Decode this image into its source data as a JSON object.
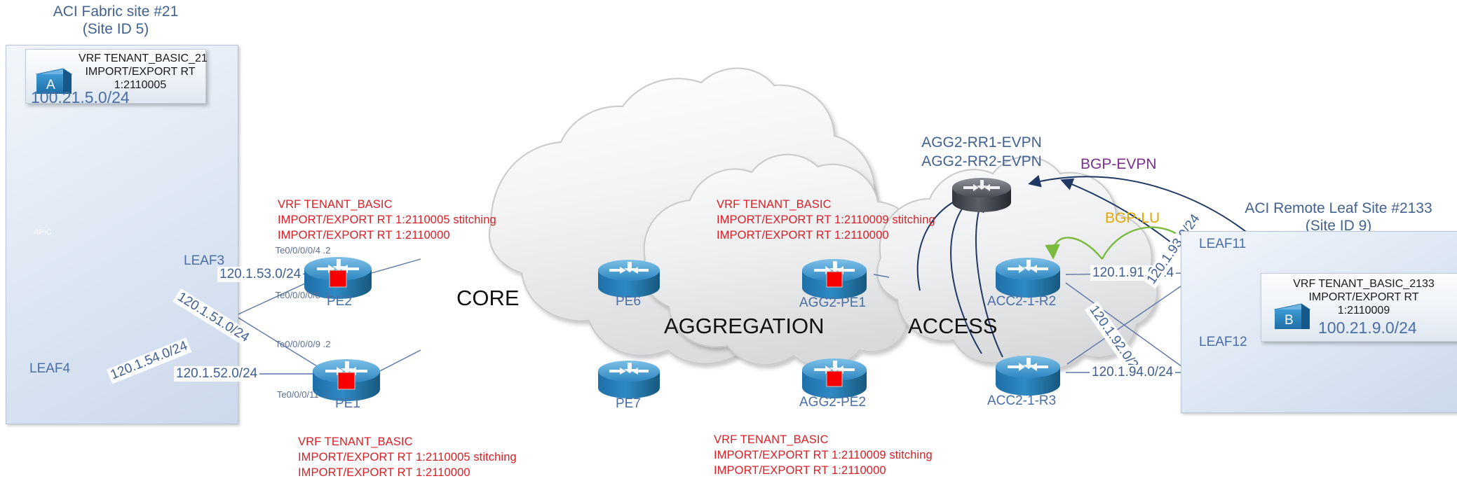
{
  "left_site": {
    "title": "ACI Fabric site #21\n(Site ID 5)",
    "vrf_box": {
      "lines": "VRF TENANT_BASIC_21\nIMPORT/EXPORT RT\n1:2110005",
      "endpoint_letter": "A",
      "subnet": "100.21.5.0/24"
    },
    "leaf3_label": "LEAF3",
    "leaf4_label": "LEAF4",
    "apic_label": "APIC"
  },
  "right_site": {
    "title": "ACI Remote Leaf Site #2133\n(Site ID 9)",
    "vrf_box": {
      "lines": "VRF TENANT_BASIC_2133\nIMPORT/EXPORT RT\n1:2110009",
      "endpoint_letter": "B",
      "subnet": "100.21.9.0/24"
    },
    "leaf11_label": "LEAF11",
    "leaf12_label": "LEAF12"
  },
  "clouds": {
    "core": "CORE",
    "aggregation": "AGGREGATION",
    "access": "ACCESS"
  },
  "routers": {
    "pe2": "PE2",
    "pe1": "PE1",
    "pe6": "PE6",
    "pe7": "PE7",
    "agg2_pe1": "AGG2-PE1",
    "agg2_pe2": "AGG2-PE2",
    "acc2_1_r2": "ACC2-1-R2",
    "acc2_1_r3": "ACC2-1-R3"
  },
  "route_reflector": {
    "labels": "AGG2-RR1-EVPN\nAGG2-RR2-EVPN"
  },
  "protocols": {
    "bgp_evpn": "BGP-EVPN",
    "bgp_evpn_color": "#7b2f8e",
    "bgp_lu": "BGP-LU",
    "bgp_lu_color": "#e0a800"
  },
  "red_notes": {
    "pe2_top": "VRF TENANT_BASIC\nIMPORT/EXPORT RT 1:2110005 stitching\nIMPORT/EXPORT RT 1:2110000",
    "agg_top": "VRF TENANT_BASIC\nIMPORT/EXPORT RT 1:2110009 stitching\nIMPORT/EXPORT RT 1:2110000",
    "pe1_bottom": "VRF TENANT_BASIC\nIMPORT/EXPORT RT 1:2110005 stitching\nIMPORT/EXPORT RT 1:2110000",
    "agg_bottom": "VRF TENANT_BASIC\nIMPORT/EXPORT RT 1:2110009 stitching\nIMPORT/EXPORT RT 1:2110000",
    "color": "#d91f26"
  },
  "interfaces": {
    "te4": "Te0/0/0/0/4\n.2",
    "te8": "Te0/0/0/0/8\n.2",
    "te9": "Te0/0/0/0/9\n.2",
    "te11": "Te0/0/0/11\n.2"
  },
  "links": {
    "leaf3_pe2": "120.1.53.0/24",
    "leaf3_pe1": "120.1.51.0/24",
    "leaf4_pe2": "120.1.54.0/24",
    "leaf4_pe1": "120.1.52.0/24",
    "r2_leaf11": "120.1.91.0/24",
    "r2_leaf12": "120.1.93.0/24",
    "r3_leaf11": "120.1.92.0/24",
    "r3_leaf12": "120.1.94.0/24"
  }
}
